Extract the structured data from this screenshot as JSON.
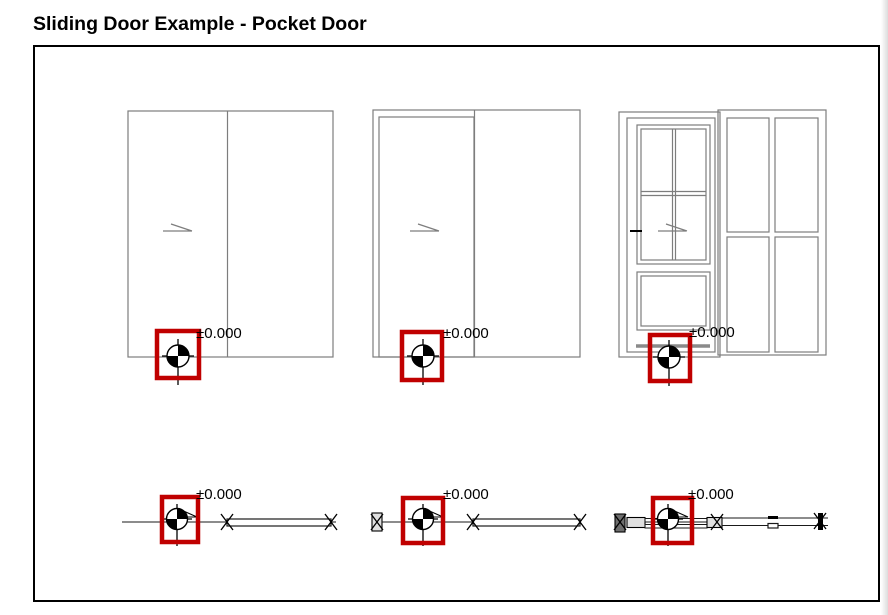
{
  "page": {
    "title": "Sliding Door Example - Pocket Door"
  },
  "colors": {
    "highlight_box": "#c00000",
    "drawing_line_gray": "#7d7d7d",
    "ink_black": "#000000"
  },
  "levels": [
    {
      "view": "elevation-two-panel",
      "label": "±0.000"
    },
    {
      "view": "elevation-pocket",
      "label": "±0.000"
    },
    {
      "view": "elevation-glazed",
      "label": "±0.000"
    },
    {
      "view": "plan-two-panel",
      "label": "±0.000"
    },
    {
      "view": "plan-pocket",
      "label": "±0.000"
    },
    {
      "view": "plan-glazed",
      "label": "±0.000"
    }
  ],
  "icons": {
    "datum": "survey-point-icon",
    "cross": "x-mark-icon",
    "arrow": "slide-direction-arrow-icon"
  }
}
